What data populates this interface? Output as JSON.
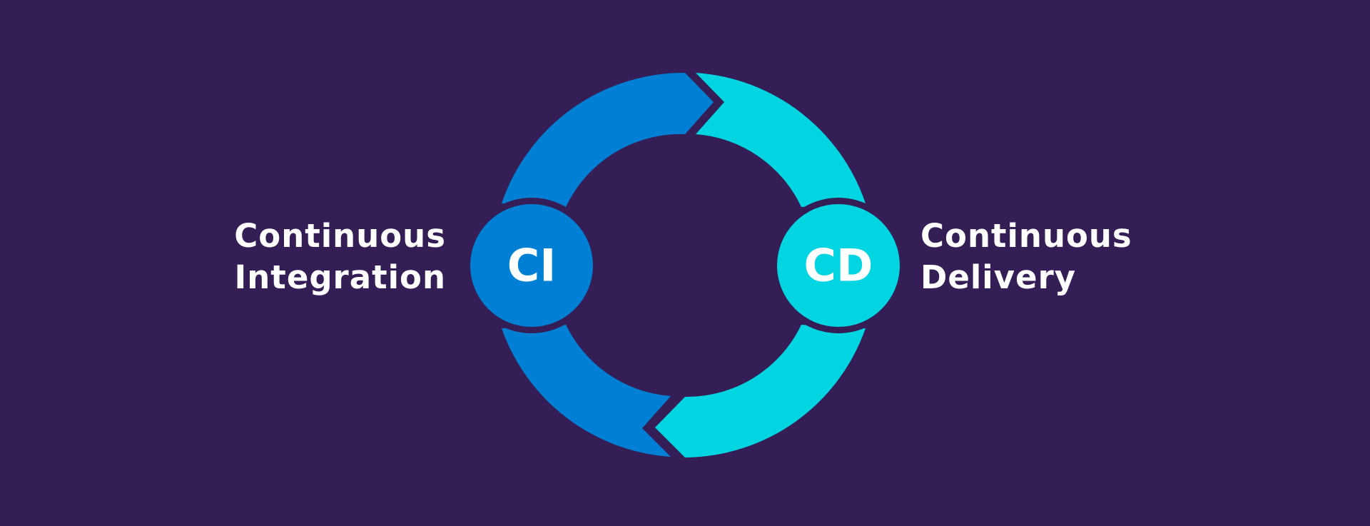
{
  "colors": {
    "background": "#351e55",
    "ci": "#0080d4",
    "cd": "#00d5e1",
    "text": "#ffffff"
  },
  "ci": {
    "badge": "CI",
    "title_line1": "Continuous",
    "title_line2": "Integration"
  },
  "cd": {
    "badge": "CD",
    "title_line1": "Continuous",
    "title_line2": "Delivery"
  }
}
